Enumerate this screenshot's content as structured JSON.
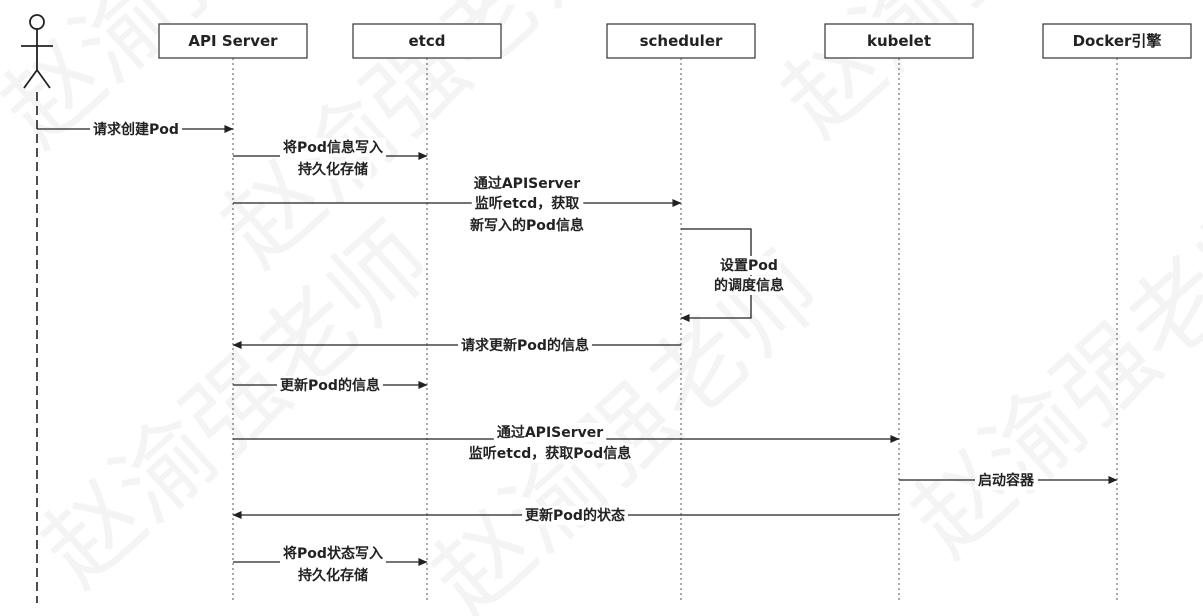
{
  "participants": [
    {
      "id": "api",
      "label": "API Server"
    },
    {
      "id": "etcd",
      "label": "etcd"
    },
    {
      "id": "scheduler",
      "label": "scheduler"
    },
    {
      "id": "kubelet",
      "label": "kubelet"
    },
    {
      "id": "docker",
      "label": "Docker引擎"
    }
  ],
  "actor": {
    "icon": "person-icon"
  },
  "messages": [
    {
      "id": "create-pod",
      "from": "actor",
      "to": "api",
      "label": [
        "请求创建Pod"
      ]
    },
    {
      "id": "write-pod-info",
      "from": "api",
      "to": "etcd",
      "label": [
        "将Pod信息写入",
        "持久化存储"
      ]
    },
    {
      "id": "watch-new-pod",
      "from": "api",
      "to": "scheduler",
      "label": [
        "通过APIServer",
        "监听etcd，获取",
        "新写入的Pod信息"
      ]
    },
    {
      "id": "set-schedule",
      "from": "scheduler",
      "to": "scheduler",
      "label": [
        "设置Pod",
        "的调度信息"
      ]
    },
    {
      "id": "request-update",
      "from": "scheduler",
      "to": "api",
      "label": [
        "请求更新Pod的信息"
      ]
    },
    {
      "id": "update-info",
      "from": "api",
      "to": "etcd",
      "label": [
        "更新Pod的信息"
      ]
    },
    {
      "id": "watch-pod",
      "from": "api",
      "to": "kubelet",
      "label": [
        "通过APIServer",
        "监听etcd，获取Pod信息"
      ]
    },
    {
      "id": "start-container",
      "from": "kubelet",
      "to": "docker",
      "label": [
        "启动容器"
      ]
    },
    {
      "id": "update-status",
      "from": "kubelet",
      "to": "api",
      "label": [
        "更新Pod的状态"
      ]
    },
    {
      "id": "write-status",
      "from": "api",
      "to": "etcd",
      "label": [
        "将Pod状态写入",
        "持久化存储"
      ]
    }
  ],
  "watermark": "赵渝强老师"
}
